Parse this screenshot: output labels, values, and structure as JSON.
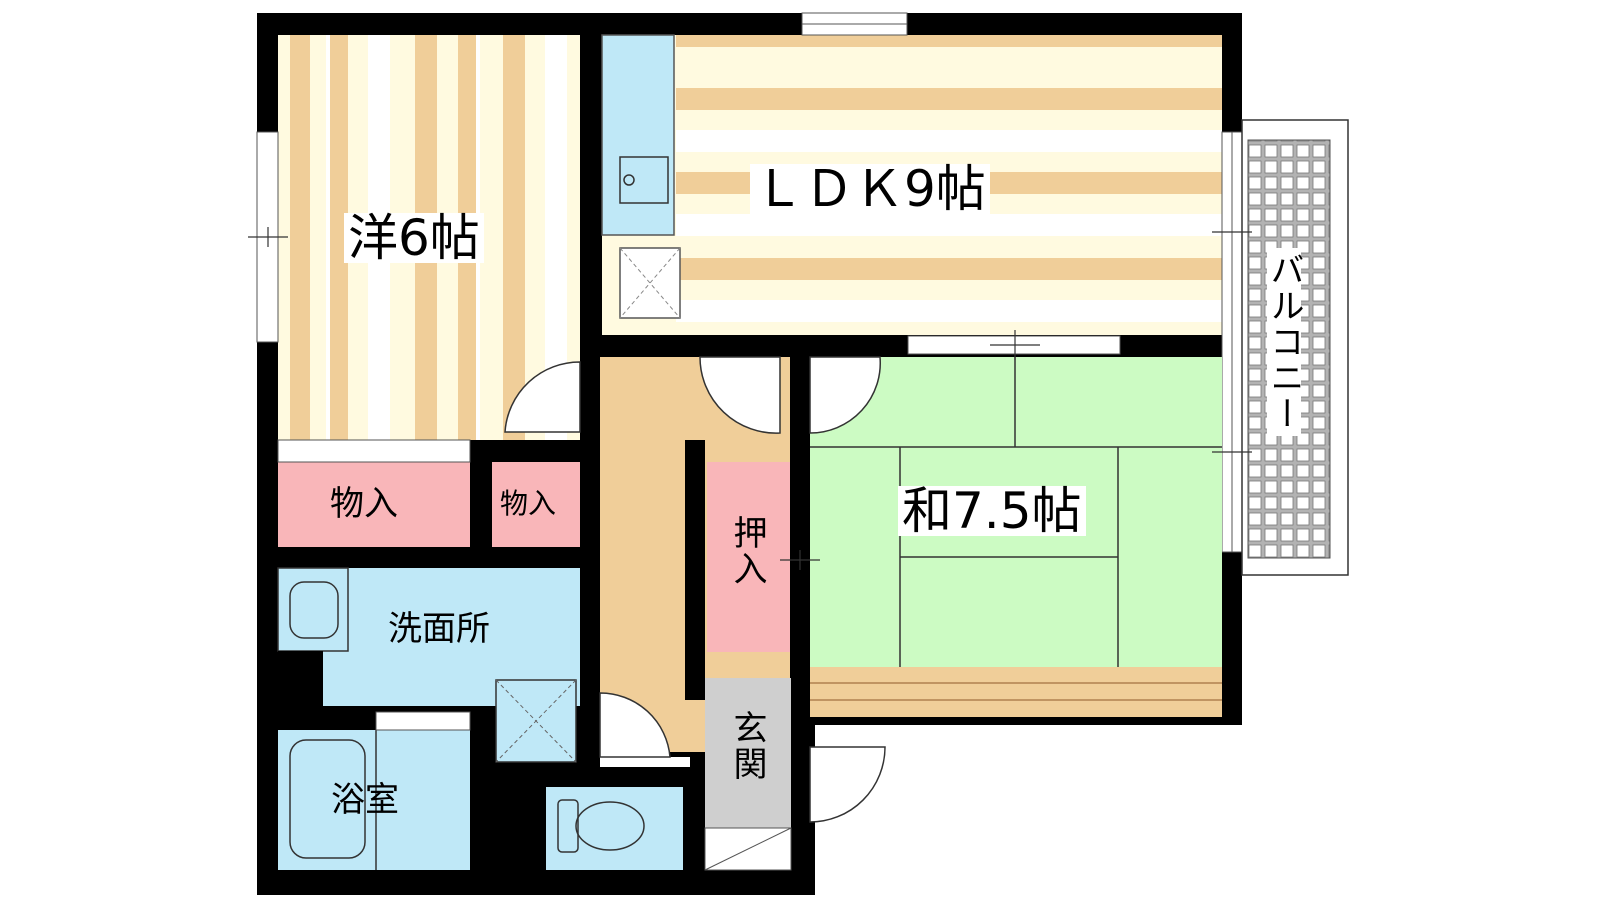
{
  "rooms": {
    "western": "洋6帖",
    "ldk": "ＬＤＫ9帖",
    "japanese": "和7.5帖",
    "closet_left": "物入",
    "closet_right": "物入",
    "oshiire": "押入",
    "washroom": "洗面所",
    "bath": "浴室",
    "entrance": "玄関",
    "balcony": "バルコニー"
  },
  "colors": {
    "wall": "#000000",
    "flooring_stripe": "#f0ce99",
    "flooring_base": "#fffae0",
    "tatami": "#ccfbc3",
    "storage": "#f9b6b9",
    "water_area": "#bfe8f7",
    "hallway": "#f0ce99",
    "entrance_floor": "#cfcfcf",
    "balcony_grid": "#999999"
  }
}
